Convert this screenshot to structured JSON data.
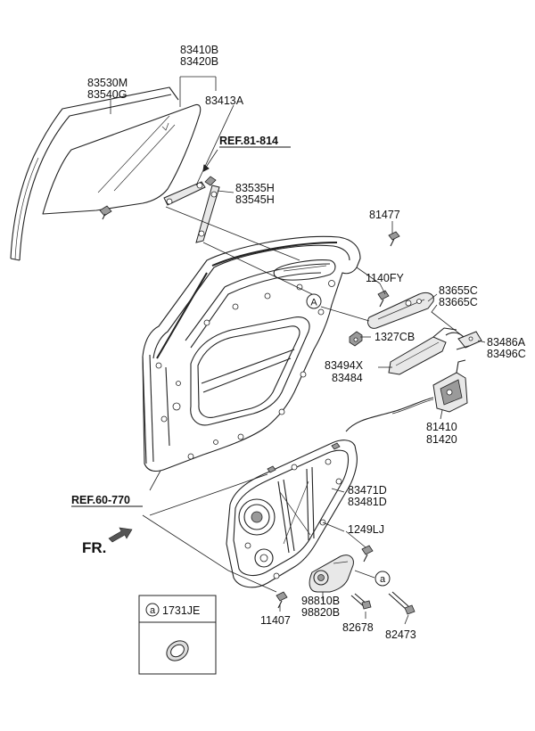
{
  "labels": {
    "glass_run": [
      "83530M",
      "83540G"
    ],
    "door_glass": [
      "83410B",
      "83420B"
    ],
    "glass_bracket": "83413A",
    "ref_top": "REF.81-814",
    "channel": [
      "83535H",
      "83545H"
    ],
    "bolt_81477": "81477",
    "bolt_1140fy": "1140FY",
    "handle": [
      "83655C",
      "83665C"
    ],
    "clip_1327cb": "1327CB",
    "rod": [
      "83486A",
      "83496C"
    ],
    "handle_ext": [
      "83494X",
      "83484"
    ],
    "latch": [
      "81410",
      "81420"
    ],
    "ref_bottom": "REF.60-770",
    "regulator": [
      "83471D",
      "83481D"
    ],
    "screw_1249lj": "1249LJ",
    "fr": "FR.",
    "callout_a": "a",
    "motor": [
      "98810B",
      "98820B"
    ],
    "bolt_11407": "11407",
    "bolt_82678": "82678",
    "bolt_82473": "82473",
    "circle_A": "A",
    "inset_code": "1731JE",
    "inset_marker": "a"
  }
}
